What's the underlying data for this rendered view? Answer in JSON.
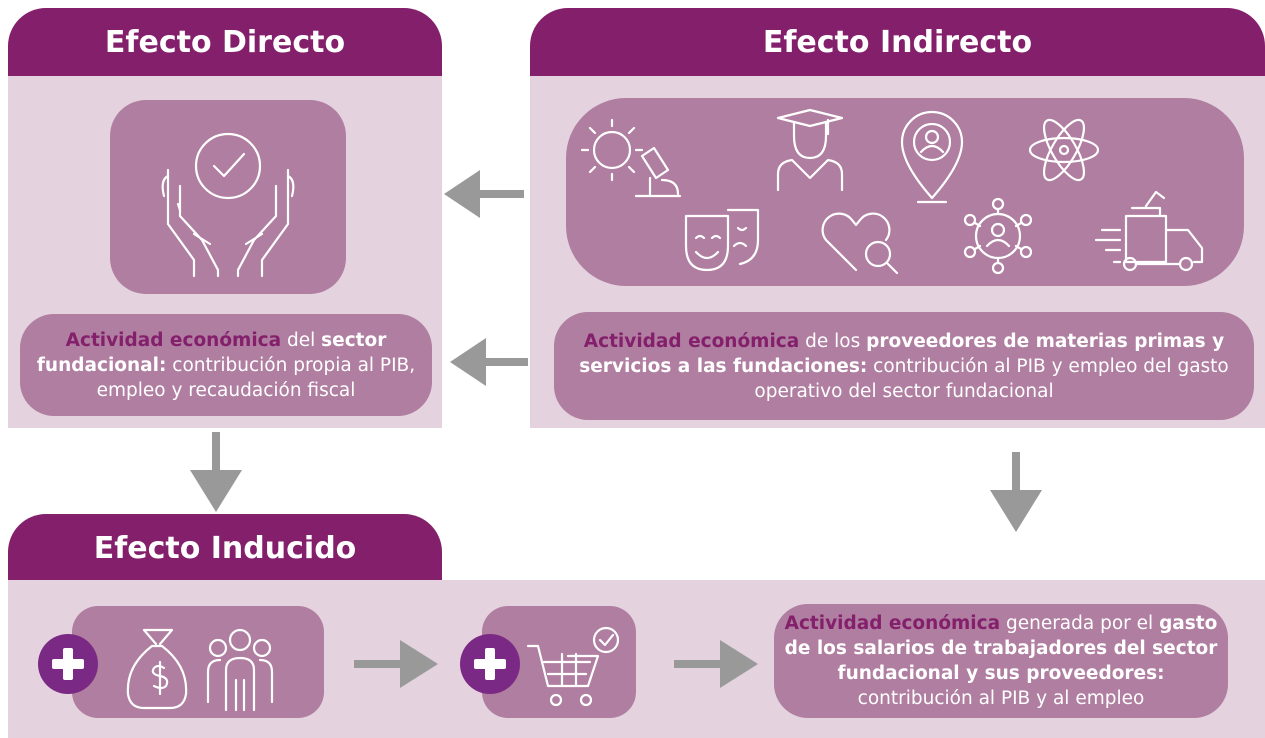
{
  "directo": {
    "title": "Efecto Directo",
    "text": {
      "t1": "Actividad económica",
      "t2": " del ",
      "t3": "sector fundacional:",
      "t4": " contribución propia al PIB, empleo y recaudación fiscal"
    },
    "icon": "hands-check-icon"
  },
  "indirecto": {
    "title": "Efecto Indirecto",
    "text": {
      "t1": "Actividad económica",
      "t2": " de los ",
      "t3": "proveedores de materias primas y servicios a las fundaciones:",
      "t4": " contribución al PIB y empleo del gasto operativo del sector fundacional"
    },
    "icons": [
      "virus-microscope-icon",
      "graduate-icon",
      "location-person-icon",
      "atom-icon",
      "theater-masks-icon",
      "heart-search-icon",
      "network-person-icon",
      "delivery-truck-icon"
    ]
  },
  "inducido": {
    "title": "Efecto Inducido",
    "text": {
      "t1": "Actividad económica",
      "t2": " generada por el ",
      "t3": "gasto de los salarios de trabajadores del sector fundacional y sus proveedores:",
      "t4": " contribución al PIB y al empleo"
    },
    "icons": [
      "plus-icon",
      "money-bag-icon",
      "people-icon",
      "plus-icon",
      "shopping-cart-icon"
    ]
  },
  "colors": {
    "header": "#84206b",
    "panel": "#e4d3df",
    "box": "#b07ea0",
    "arrow": "#999999",
    "plus": "#7a2a84"
  }
}
